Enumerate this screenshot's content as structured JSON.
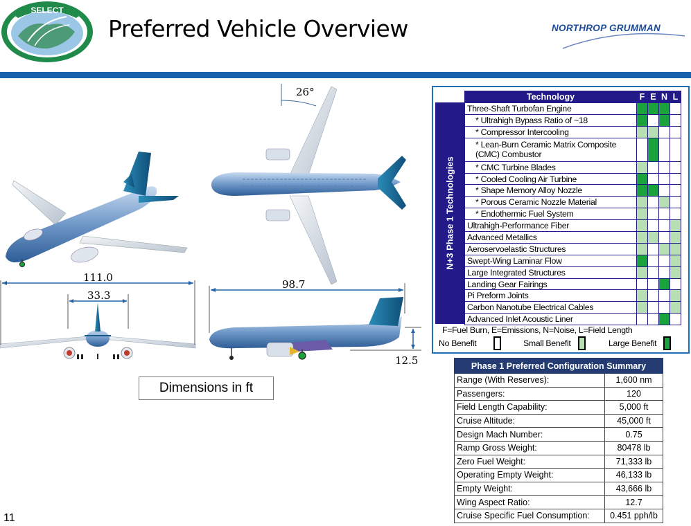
{
  "header": {
    "title": "Preferred Vehicle Overview",
    "logo_text": "SELECT",
    "company": "NORTHROP GRUMMAN",
    "bar_color": "#1560a8"
  },
  "drawings": {
    "span": "111.0",
    "front_width": "33.3",
    "length": "98.7",
    "height": "12.5",
    "sweep": "26°",
    "dimensions_note": "Dimensions in ft"
  },
  "page_number": "11",
  "technology_matrix": {
    "side_label": "N+3 Phase 1 Technologies",
    "headers": [
      "Technology",
      "F",
      "E",
      "N",
      "L"
    ],
    "rows": [
      {
        "name": "Three-Shaft Turbofan Engine",
        "indent": false,
        "cells": [
          "large",
          "large",
          "large",
          "none"
        ]
      },
      {
        "name": "* Ultrahigh Bypass Ratio of ~18",
        "indent": true,
        "cells": [
          "large",
          "none",
          "large",
          "none"
        ]
      },
      {
        "name": "* Compressor Intercooling",
        "indent": true,
        "cells": [
          "small",
          "small",
          "none",
          "none"
        ]
      },
      {
        "name": "* Lean-Burn Ceramic Matrix Composite (CMC) Combustor",
        "indent": true,
        "wrap": true,
        "cells": [
          "none",
          "large",
          "none",
          "none"
        ]
      },
      {
        "name": "* CMC Turbine Blades",
        "indent": true,
        "cells": [
          "small",
          "none",
          "none",
          "none"
        ]
      },
      {
        "name": "* Cooled Cooling Air Turbine",
        "indent": true,
        "cells": [
          "large",
          "none",
          "none",
          "none"
        ]
      },
      {
        "name": "* Shape Memory Alloy Nozzle",
        "indent": true,
        "cells": [
          "large",
          "large",
          "none",
          "none"
        ]
      },
      {
        "name": "* Porous Ceramic Nozzle Material",
        "indent": true,
        "cells": [
          "small",
          "none",
          "small",
          "none"
        ]
      },
      {
        "name": "* Endothermic Fuel System",
        "indent": true,
        "cells": [
          "small",
          "none",
          "none",
          "none"
        ]
      },
      {
        "name": "Ultrahigh-Performance Fiber",
        "indent": false,
        "cells": [
          "small",
          "none",
          "none",
          "small"
        ]
      },
      {
        "name": "Advanced Metallics",
        "indent": false,
        "cells": [
          "small",
          "small",
          "none",
          "small"
        ]
      },
      {
        "name": "Aeroservoelastic Structures",
        "indent": false,
        "cells": [
          "small",
          "none",
          "small",
          "small"
        ]
      },
      {
        "name": "Swept-Wing Laminar Flow",
        "indent": false,
        "cells": [
          "large",
          "none",
          "none",
          "small"
        ]
      },
      {
        "name": "Large Integrated Structures",
        "indent": false,
        "cells": [
          "small",
          "none",
          "none",
          "small"
        ]
      },
      {
        "name": "Landing Gear Fairings",
        "indent": false,
        "cells": [
          "none",
          "none",
          "large",
          "none"
        ]
      },
      {
        "name": "Pi Preform Joints",
        "indent": false,
        "cells": [
          "small",
          "none",
          "none",
          "small"
        ]
      },
      {
        "name": "Carbon Nanotube Electrical Cables",
        "indent": false,
        "cells": [
          "small",
          "none",
          "none",
          "small"
        ]
      },
      {
        "name": "Advanced Inlet Acoustic Liner",
        "indent": false,
        "cells": [
          "none",
          "none",
          "large",
          "none"
        ]
      }
    ],
    "legend_line": "F=Fuel Burn, E=Emissions, N=Noise, L=Field Length",
    "legend_no": "No Benefit",
    "legend_small": "Small Benefit",
    "legend_large": "Large Benefit",
    "color_large": "#1aa33a",
    "color_small": "#b7dfb3"
  },
  "summary": {
    "title": "Phase 1 Preferred Configuration Summary",
    "rows": [
      {
        "label": "Range (With Reserves):",
        "value": "1,600 nm"
      },
      {
        "label": "Passengers:",
        "value": "120"
      },
      {
        "label": "Field Length Capability:",
        "value": "5,000 ft"
      },
      {
        "label": "Cruise Altitude:",
        "value": "45,000 ft"
      },
      {
        "label": "Design Mach Number:",
        "value": "0.75"
      },
      {
        "label": "Ramp Gross Weight:",
        "value": "80478 lb"
      },
      {
        "label": "Zero Fuel Weight:",
        "value": "71,333 lb"
      },
      {
        "label": "Operating Empty Weight:",
        "value": "46,133 lb"
      },
      {
        "label": "Empty Weight:",
        "value": "43,666 lb"
      },
      {
        "label": "Wing Aspect Ratio:",
        "value": "12.7"
      },
      {
        "label": "Cruise Specific Fuel Consumption:",
        "value": "0.451 pph/lb"
      }
    ]
  }
}
